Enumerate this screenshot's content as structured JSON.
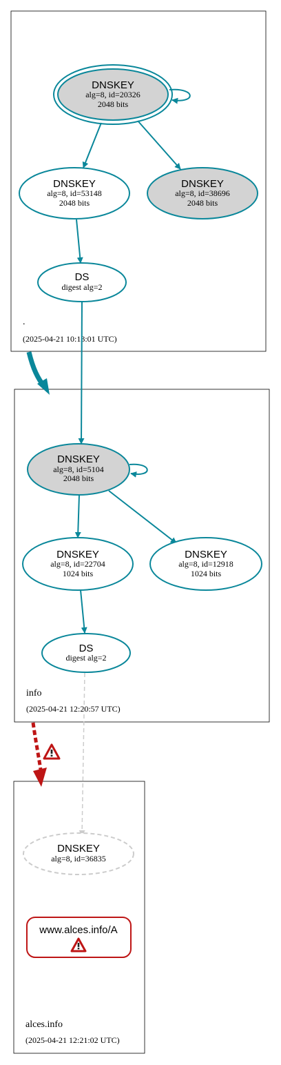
{
  "colors": {
    "edge": "#0a879a",
    "error": "#be1515",
    "insecure": "#cccccc",
    "ksk_fill": "#d3d3d3",
    "box": "#000000"
  },
  "zones": {
    "root": {
      "name": ".",
      "time": "(2025-04-21 10:13:01 UTC)"
    },
    "info": {
      "name": "info",
      "time": "(2025-04-21 12:20:57 UTC)"
    },
    "alces": {
      "name": "alces.info",
      "time": "(2025-04-21 12:21:02 UTC)"
    }
  },
  "nodes": {
    "root_ksk": {
      "title": "DNSKEY",
      "line1": "alg=8, id=20326",
      "line2": "2048 bits"
    },
    "root_zsk": {
      "title": "DNSKEY",
      "line1": "alg=8, id=53148",
      "line2": "2048 bits"
    },
    "root_ksk2": {
      "title": "DNSKEY",
      "line1": "alg=8, id=38696",
      "line2": "2048 bits"
    },
    "root_ds": {
      "title": "DS",
      "line1": "digest alg=2"
    },
    "info_ksk": {
      "title": "DNSKEY",
      "line1": "alg=8, id=5104",
      "line2": "2048 bits"
    },
    "info_zsk1": {
      "title": "DNSKEY",
      "line1": "alg=8, id=22704",
      "line2": "1024 bits"
    },
    "info_zsk2": {
      "title": "DNSKEY",
      "line1": "alg=8, id=12918",
      "line2": "1024 bits"
    },
    "info_ds": {
      "title": "DS",
      "line1": "digest alg=2"
    },
    "alces_key": {
      "title": "DNSKEY",
      "line1": "alg=8, id=36835"
    },
    "alces_rrset": {
      "title": "www.alces.info/A"
    }
  },
  "icons": {
    "delegation_warning": "warning-icon",
    "rrset_warning": "warning-icon"
  }
}
